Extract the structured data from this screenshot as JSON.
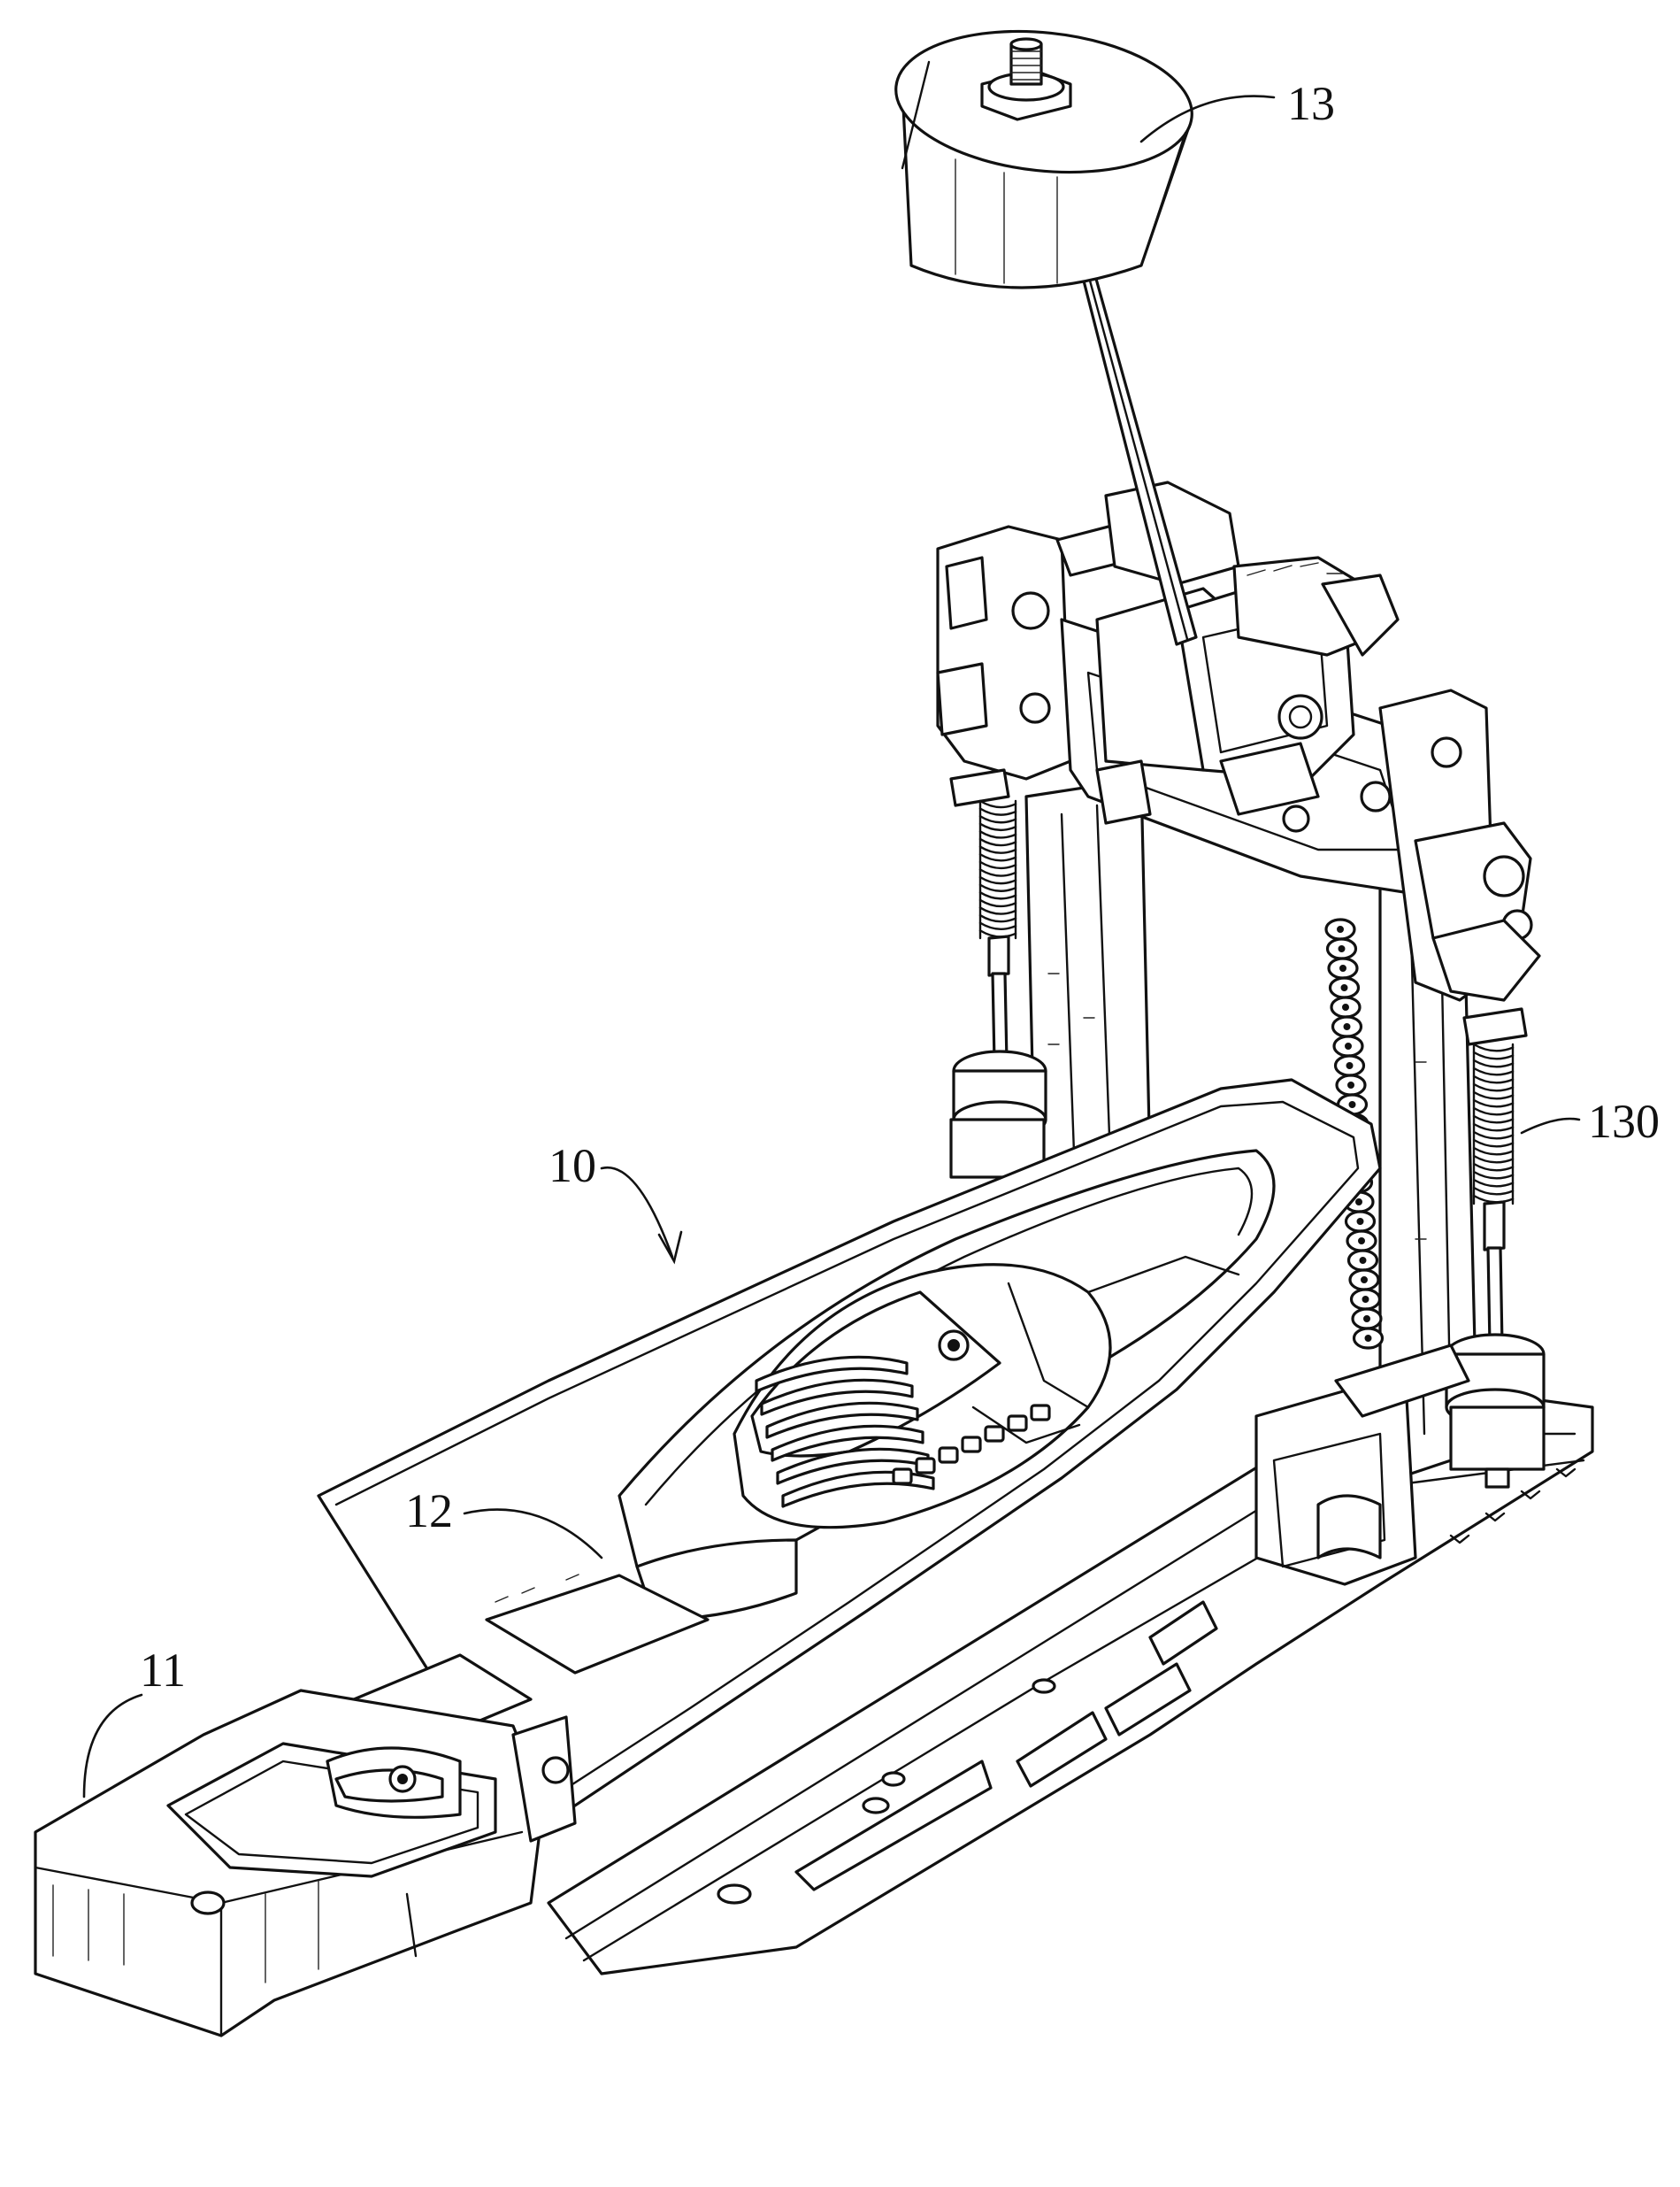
{
  "labels": {
    "pedal_assembly": "10",
    "heel_plate": "11",
    "footboard": "12",
    "beater": "13",
    "return_spring": "130"
  },
  "colors": {
    "line": "#111111",
    "background": "#ffffff"
  }
}
